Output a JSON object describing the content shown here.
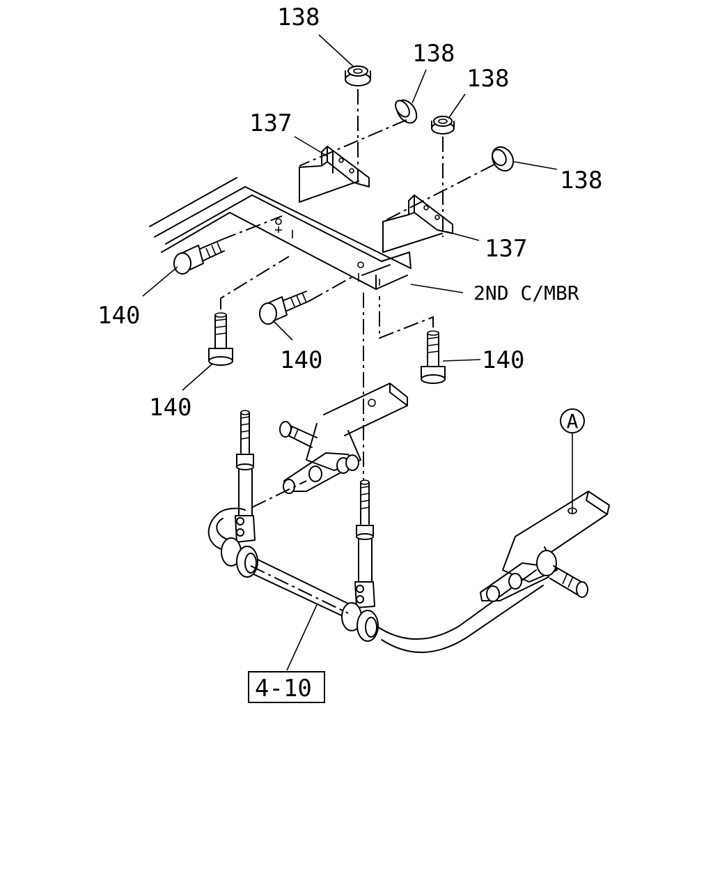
{
  "diagram": {
    "callouts": {
      "nut_top_left": "138",
      "nut_top_mid": "138",
      "nut_top_right": "138",
      "nut_right": "138",
      "bracket_left": "137",
      "bracket_right": "137",
      "bolt_left_horizontal": "140",
      "bolt_center_horizontal": "140",
      "bolt_left_vertical": "140",
      "bolt_right_vertical": "140",
      "cross_member": "2ND C/MBR",
      "stabilizer_ref": "4-10",
      "view_ref": "A"
    }
  }
}
